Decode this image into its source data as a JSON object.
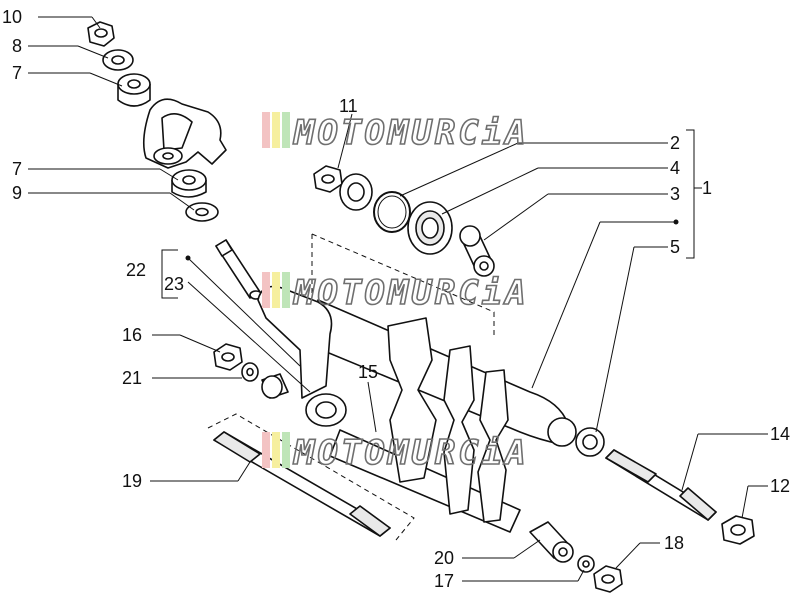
{
  "watermark": {
    "text": "MOTOMURCiA",
    "stripe_colors": [
      "#f3c3c3",
      "#f6ef9e",
      "#bfe5b8"
    ],
    "text_color": "#6f6f6f"
  },
  "callouts": [
    {
      "id": "10",
      "label": "10"
    },
    {
      "id": "8",
      "label": "8"
    },
    {
      "id": "7a",
      "label": "7"
    },
    {
      "id": "7b",
      "label": "7"
    },
    {
      "id": "9",
      "label": "9"
    },
    {
      "id": "11",
      "label": "11"
    },
    {
      "id": "2",
      "label": "2"
    },
    {
      "id": "4",
      "label": "4"
    },
    {
      "id": "3",
      "label": "3"
    },
    {
      "id": "1",
      "label": "1"
    },
    {
      "id": "5",
      "label": "5"
    },
    {
      "id": "22",
      "label": "22"
    },
    {
      "id": "23",
      "label": "23"
    },
    {
      "id": "16",
      "label": "16"
    },
    {
      "id": "21",
      "label": "21"
    },
    {
      "id": "15",
      "label": "15"
    },
    {
      "id": "14",
      "label": "14"
    },
    {
      "id": "12",
      "label": "12"
    },
    {
      "id": "19",
      "label": "19"
    },
    {
      "id": "20",
      "label": "20"
    },
    {
      "id": "18",
      "label": "18"
    },
    {
      "id": "17",
      "label": "17"
    }
  ]
}
